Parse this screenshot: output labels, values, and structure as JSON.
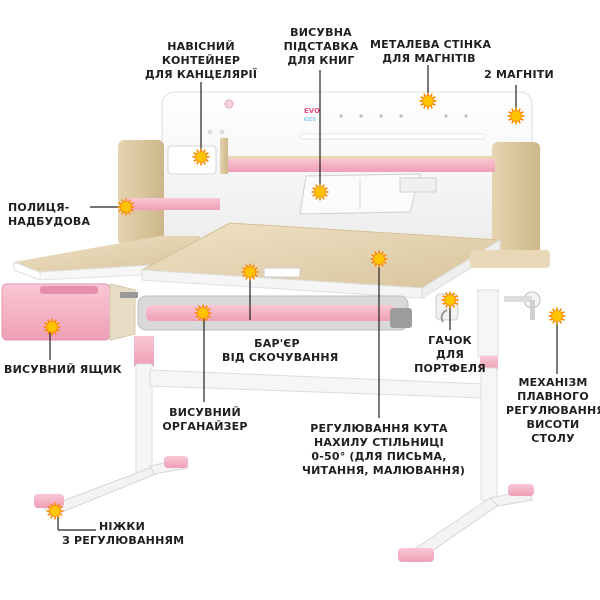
{
  "labels": {
    "container": [
      "НАВІСНИЙ",
      "КОНТЕЙНЕР",
      "ДЛЯ КАНЦЕЛЯРІЇ"
    ],
    "book_stand": [
      "ВИСУВНА",
      "ПІДСТАВКА",
      "ДЛЯ КНИГ"
    ],
    "metal_wall": [
      "МЕТАЛЕВА СТІНКА",
      "ДЛЯ МАГНІТІВ"
    ],
    "magnets": [
      "2 МАГНІТИ"
    ],
    "shelf": [
      "ПОЛИЦЯ-",
      "НАДБУДОВА"
    ],
    "drawer": [
      "ВИСУВНИЙ ЯЩИК"
    ],
    "barrier": [
      "БАР'ЄР",
      "ВІД СКОЧУВАННЯ"
    ],
    "hook": [
      "ГАЧОК",
      "ДЛЯ",
      "ПОРТФЕЛЯ"
    ],
    "organizer": [
      "ВИСУВНИЙ",
      "ОРГАНАЙЗЕР"
    ],
    "tilt": [
      "РЕГУЛЮВАННЯ КУТА",
      "НАХИЛУ СТІЛЬНИЦІ",
      "0-50° (ДЛЯ ПИСЬМА,",
      "ЧИТАННЯ, МАЛЮВАННЯ)"
    ],
    "height": [
      "МЕХАНІЗМ",
      "ПЛАВНОГО",
      "РЕГУЛЮВАННЯ",
      "ВИСОТИ",
      "СТОЛУ"
    ],
    "feet": [
      "НІЖКИ",
      "З РЕГУЛЮВАННЯМ"
    ]
  },
  "board": {
    "logo_text": "EVO",
    "logo_sub": "KIDS"
  },
  "colors": {
    "marker_fill": "#ffc400",
    "marker_ray": "#ff8a00",
    "leader_line": "#222222",
    "pink": "#f6b6c8",
    "wood": "#e8d8b8",
    "wood_dark": "#cfb98e",
    "frame": "#f4f4f4",
    "text": "#1f1f1f"
  }
}
